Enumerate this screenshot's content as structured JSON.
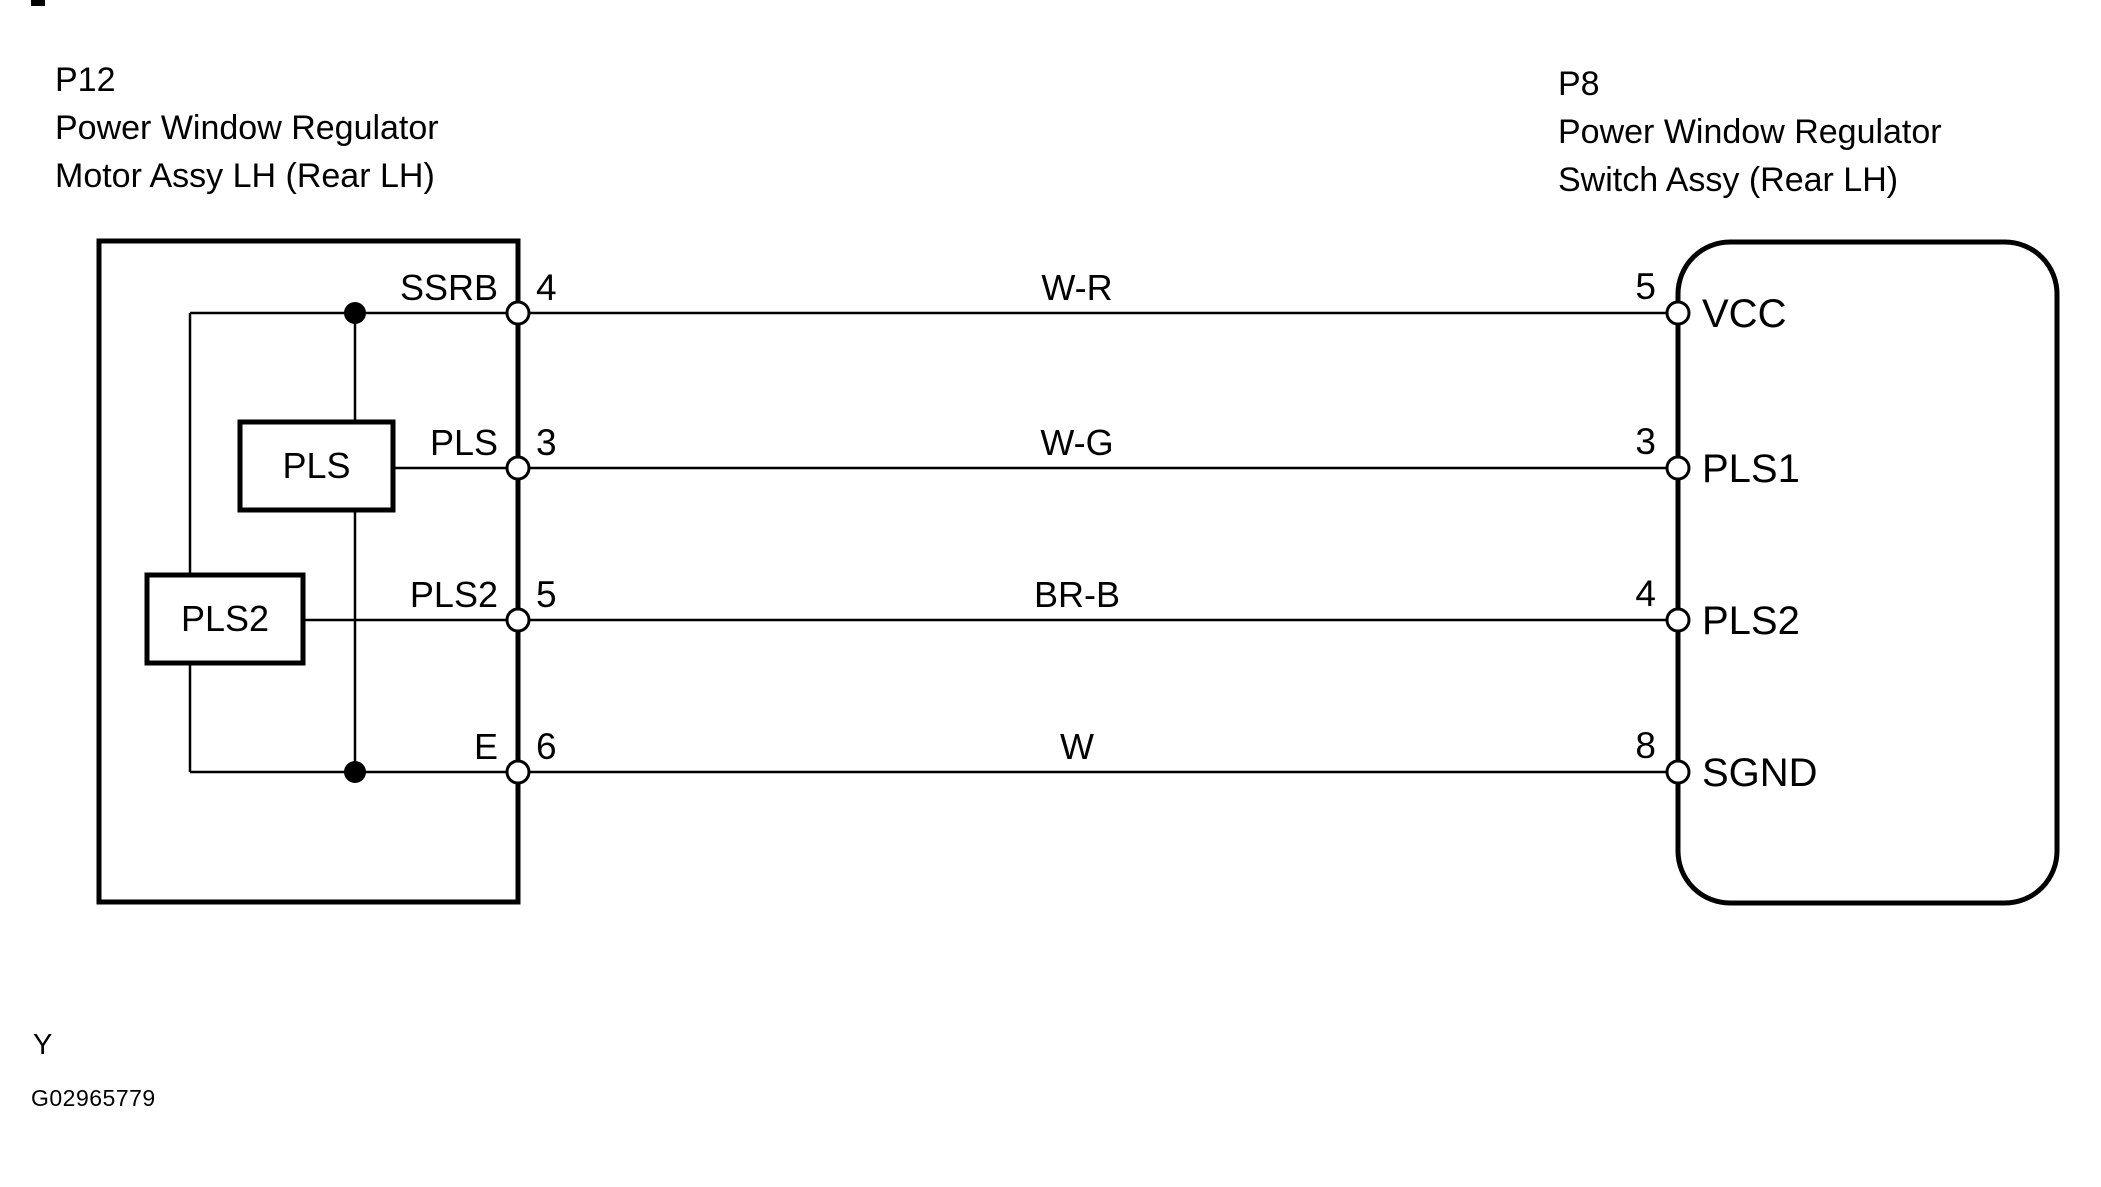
{
  "palette": {
    "ink": "#000000",
    "background": "#ffffff"
  },
  "left_component": {
    "connector_id": "P12",
    "title_line1": "Power Window Regulator",
    "title_line2": "Motor Assy LH (Rear LH)",
    "inner_boxes": [
      {
        "label": "PLS"
      },
      {
        "label": "PLS2"
      }
    ]
  },
  "right_component": {
    "connector_id": "P8",
    "title_line1": "Power Window Regulator",
    "title_line2": "Switch Assy (Rear LH)"
  },
  "wires": [
    {
      "left_terminal": "SSRB",
      "left_pin": "4",
      "color_code": "W-R",
      "right_pin": "5",
      "right_terminal": "VCC"
    },
    {
      "left_terminal": "PLS",
      "left_pin": "3",
      "color_code": "W-G",
      "right_pin": "3",
      "right_terminal": "PLS1"
    },
    {
      "left_terminal": "PLS2",
      "left_pin": "5",
      "color_code": "BR-B",
      "right_pin": "4",
      "right_terminal": "PLS2"
    },
    {
      "left_terminal": "E",
      "left_pin": "6",
      "color_code": "W",
      "right_pin": "8",
      "right_terminal": "SGND"
    }
  ],
  "footer": {
    "section_code": "Y",
    "graphic_id": "G02965779"
  }
}
